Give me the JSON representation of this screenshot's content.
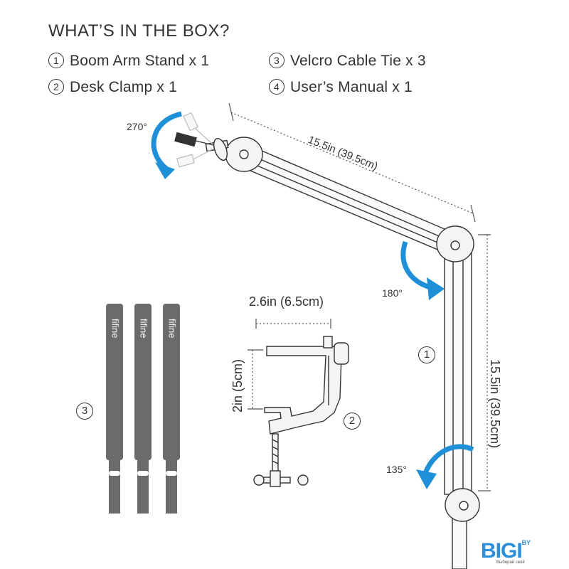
{
  "header": {
    "title": "WHAT’S IN THE BOX?"
  },
  "items": [
    {
      "num": "1",
      "label": "Boom Arm Stand x 1"
    },
    {
      "num": "2",
      "label": "Desk Clamp x 1"
    },
    {
      "num": "3",
      "label": "Velcro Cable Tie x 3"
    },
    {
      "num": "4",
      "label": "User’s Manual x 1"
    }
  ],
  "dimensions": {
    "arm_upper": "15.5in (39.5cm)",
    "arm_lower": "15.5in (39.5cm)",
    "clamp_width": "2.6in (6.5cm)",
    "clamp_height": "2in (5cm)"
  },
  "rotations": {
    "top": "270°",
    "middle": "180°",
    "bottom": "135°"
  },
  "callouts": {
    "arm": "1",
    "clamp": "2",
    "ties": "3"
  },
  "tie_brand": "fifine",
  "watermark": {
    "brand": "BIGI",
    "suffix": "BY",
    "tagline": "Выбирай свой"
  },
  "colors": {
    "accent_blue": "#1f8fd8",
    "tie_gray": "#6b6b6b",
    "metal": "#f4f4f4"
  }
}
